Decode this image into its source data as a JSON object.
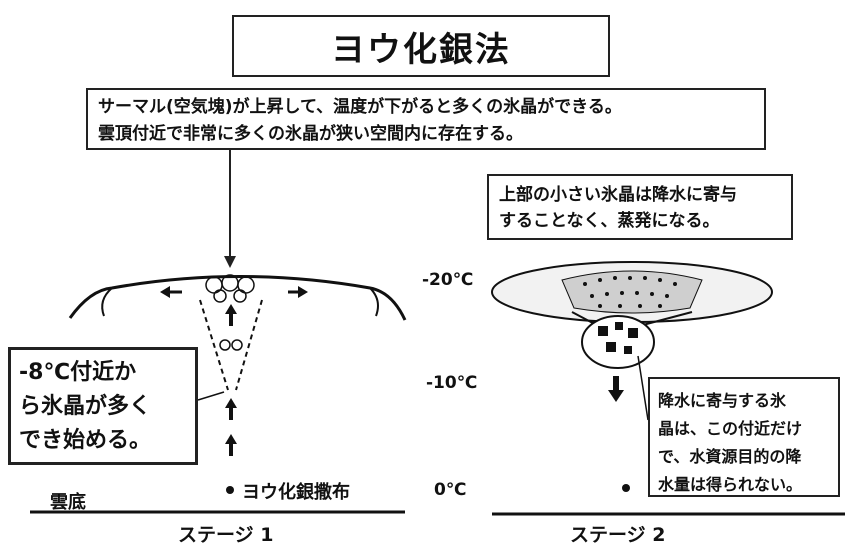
{
  "title": "ヨウ化銀法",
  "callout_top": {
    "line1": "サーマル(空気塊)が上昇して、温度が下がると多くの氷晶ができる。",
    "line2": "雲頂付近で非常に多くの氷晶が狭い空間内に存在する。"
  },
  "callout_right": {
    "line1": "上部の小さい氷晶は降水に寄与",
    "line2": "することなく、蒸発になる。"
  },
  "callout_left": {
    "line1": "-8℃付近か",
    "line2": "ら氷晶が多く",
    "line3": "でき始める。"
  },
  "callout_bottom_right": {
    "line1": "降水に寄与する氷",
    "line2": "晶は、この付近だけ",
    "line3": "で、水資源目的の降",
    "line4": "水量は得られない。"
  },
  "temps": {
    "t20": "-20℃",
    "t10": "-10℃",
    "t0": "0℃"
  },
  "labels": {
    "seeding": "ヨウ化銀撒布",
    "cloud_base": "雲底"
  },
  "stages": {
    "stage1": "ステージ 1",
    "stage2": "ステージ 2"
  }
}
